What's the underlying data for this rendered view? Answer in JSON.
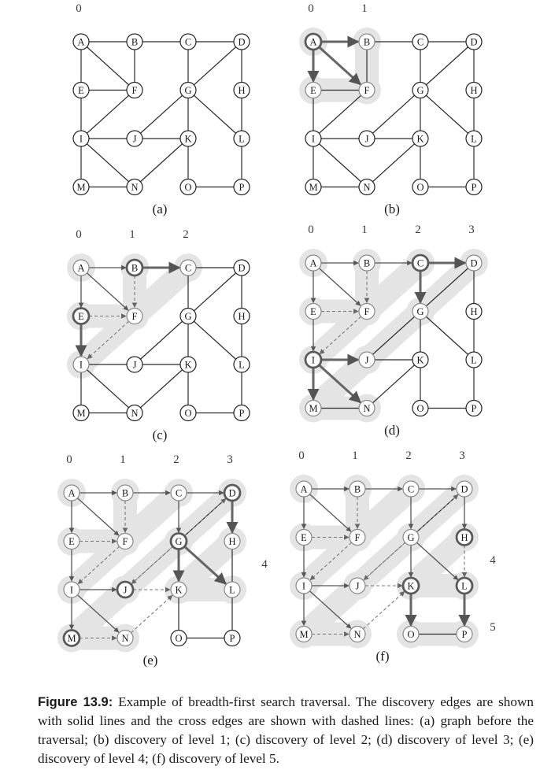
{
  "nodes": [
    "A",
    "B",
    "C",
    "D",
    "E",
    "F",
    "G",
    "H",
    "I",
    "J",
    "K",
    "L",
    "M",
    "N",
    "O",
    "P"
  ],
  "panels": [
    {
      "caption": "(a)",
      "levels": [
        {
          "label": "0"
        }
      ],
      "side_levels": [],
      "visited": [],
      "bold": [],
      "discovery": [],
      "cross": [],
      "regions": 0
    },
    {
      "caption": "(b)",
      "levels": [
        {
          "label": "0"
        },
        {
          "label": "1"
        }
      ],
      "side_levels": [],
      "visited": [
        "A",
        "B",
        "E",
        "F"
      ],
      "bold": [
        "A"
      ],
      "discovery": [
        [
          "A",
          "B"
        ],
        [
          "A",
          "E"
        ],
        [
          "A",
          "F"
        ]
      ],
      "cross": [],
      "regions": 2
    },
    {
      "caption": "(c)",
      "levels": [
        {
          "label": "0"
        },
        {
          "label": "1"
        },
        {
          "label": "2"
        }
      ],
      "side_levels": [],
      "visited": [
        "A",
        "B",
        "C",
        "E",
        "F",
        "I"
      ],
      "bold": [
        "B",
        "E"
      ],
      "discovery": [
        [
          "A",
          "B"
        ],
        [
          "A",
          "E"
        ],
        [
          "A",
          "F"
        ],
        [
          "B",
          "C"
        ],
        [
          "E",
          "I"
        ]
      ],
      "cross": [
        [
          "B",
          "F"
        ],
        [
          "E",
          "F"
        ],
        [
          "F",
          "I"
        ]
      ],
      "regions": 3
    },
    {
      "caption": "(d)",
      "levels": [
        {
          "label": "0"
        },
        {
          "label": "1"
        },
        {
          "label": "2"
        },
        {
          "label": "3"
        }
      ],
      "side_levels": [],
      "visited": [
        "A",
        "B",
        "C",
        "D",
        "E",
        "F",
        "G",
        "I",
        "J",
        "M",
        "N"
      ],
      "bold": [
        "C",
        "I"
      ],
      "discovery": [
        [
          "A",
          "B"
        ],
        [
          "A",
          "E"
        ],
        [
          "A",
          "F"
        ],
        [
          "B",
          "C"
        ],
        [
          "E",
          "I"
        ],
        [
          "C",
          "D"
        ],
        [
          "C",
          "G"
        ],
        [
          "I",
          "J"
        ],
        [
          "I",
          "M"
        ],
        [
          "I",
          "N"
        ]
      ],
      "cross": [
        [
          "B",
          "F"
        ],
        [
          "E",
          "F"
        ],
        [
          "F",
          "I"
        ]
      ],
      "regions": 4
    },
    {
      "caption": "(e)",
      "levels": [
        {
          "label": "0"
        },
        {
          "label": "1"
        },
        {
          "label": "2"
        },
        {
          "label": "3"
        }
      ],
      "side_levels": [
        {
          "label": "4"
        }
      ],
      "visited": [
        "A",
        "B",
        "C",
        "D",
        "E",
        "F",
        "G",
        "H",
        "I",
        "J",
        "K",
        "L",
        "M",
        "N"
      ],
      "bold": [
        "D",
        "G",
        "J",
        "M"
      ],
      "discovery": [
        [
          "A",
          "B"
        ],
        [
          "A",
          "E"
        ],
        [
          "A",
          "F"
        ],
        [
          "B",
          "C"
        ],
        [
          "E",
          "I"
        ],
        [
          "C",
          "D"
        ],
        [
          "C",
          "G"
        ],
        [
          "I",
          "J"
        ],
        [
          "I",
          "M"
        ],
        [
          "I",
          "N"
        ],
        [
          "D",
          "H"
        ],
        [
          "G",
          "K"
        ],
        [
          "G",
          "L"
        ]
      ],
      "cross": [
        [
          "B",
          "F"
        ],
        [
          "E",
          "F"
        ],
        [
          "F",
          "I"
        ],
        [
          "G",
          "J"
        ],
        [
          "J",
          "K"
        ],
        [
          "M",
          "N"
        ],
        [
          "N",
          "K"
        ],
        [
          "J",
          "D"
        ]
      ],
      "regions": 5
    },
    {
      "caption": "(f)",
      "levels": [
        {
          "label": "0"
        },
        {
          "label": "1"
        },
        {
          "label": "2"
        },
        {
          "label": "3"
        }
      ],
      "side_levels": [
        {
          "label": "4"
        },
        {
          "label": "5"
        }
      ],
      "visited": [
        "A",
        "B",
        "C",
        "D",
        "E",
        "F",
        "G",
        "H",
        "I",
        "J",
        "K",
        "L",
        "M",
        "N",
        "O",
        "P"
      ],
      "bold": [
        "H",
        "K",
        "L"
      ],
      "discovery": [
        [
          "A",
          "B"
        ],
        [
          "A",
          "E"
        ],
        [
          "A",
          "F"
        ],
        [
          "B",
          "C"
        ],
        [
          "E",
          "I"
        ],
        [
          "C",
          "D"
        ],
        [
          "C",
          "G"
        ],
        [
          "I",
          "J"
        ],
        [
          "I",
          "M"
        ],
        [
          "I",
          "N"
        ],
        [
          "D",
          "H"
        ],
        [
          "G",
          "K"
        ],
        [
          "G",
          "L"
        ],
        [
          "K",
          "O"
        ],
        [
          "L",
          "P"
        ]
      ],
      "cross": [
        [
          "B",
          "F"
        ],
        [
          "E",
          "F"
        ],
        [
          "F",
          "I"
        ],
        [
          "G",
          "J"
        ],
        [
          "J",
          "K"
        ],
        [
          "M",
          "N"
        ],
        [
          "N",
          "K"
        ],
        [
          "J",
          "D"
        ],
        [
          "H",
          "L"
        ]
      ],
      "regions": 6
    }
  ],
  "edges": [
    [
      "A",
      "B"
    ],
    [
      "B",
      "C"
    ],
    [
      "C",
      "D"
    ],
    [
      "A",
      "E"
    ],
    [
      "A",
      "F"
    ],
    [
      "B",
      "F"
    ],
    [
      "E",
      "F"
    ],
    [
      "F",
      "I"
    ],
    [
      "E",
      "I"
    ],
    [
      "C",
      "G"
    ],
    [
      "D",
      "G"
    ],
    [
      "D",
      "H"
    ],
    [
      "G",
      "J"
    ],
    [
      "G",
      "K"
    ],
    [
      "G",
      "L"
    ],
    [
      "H",
      "L"
    ],
    [
      "I",
      "J"
    ],
    [
      "J",
      "K"
    ],
    [
      "I",
      "M"
    ],
    [
      "I",
      "N"
    ],
    [
      "M",
      "N"
    ],
    [
      "N",
      "K"
    ],
    [
      "K",
      "O"
    ],
    [
      "O",
      "P"
    ],
    [
      "L",
      "P"
    ]
  ],
  "caption": {
    "label": "Figure 13.9:",
    "text": "Example of breadth-first search traversal. The discovery edges are shown with solid lines and the cross edges are shown with dashed lines: (a) graph before the traversal; (b) discovery of level 1; (c) discovery of level 2; (d) discovery of level 3; (e) discovery of level 4; (f) discovery of level 5."
  }
}
